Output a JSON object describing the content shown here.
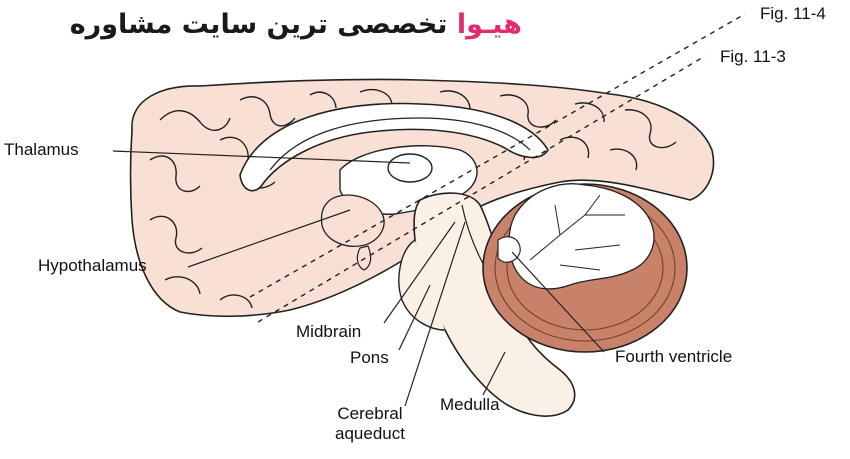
{
  "watermark": {
    "brand": "هیـوا",
    "tagline": "تخصصی ترین سایت مشاوره"
  },
  "labels": {
    "thalamus": "Thalamus",
    "hypothalamus": "Hypothalamus",
    "midbrain": "Midbrain",
    "pons": "Pons",
    "cerebral_aqueduct_line1": "Cerebral",
    "cerebral_aqueduct_line2": "aqueduct",
    "medulla": "Medulla",
    "fourth_ventricle": "Fourth ventricle",
    "fig_11_4": "Fig. 11-4",
    "fig_11_3": "Fig. 11-3"
  },
  "colors": {
    "brand": "#e52a6f",
    "cortex": "#f8e0d4",
    "brainstem": "#fbf0e6",
    "cerebellum": "#c8826a",
    "outline": "#222222"
  }
}
